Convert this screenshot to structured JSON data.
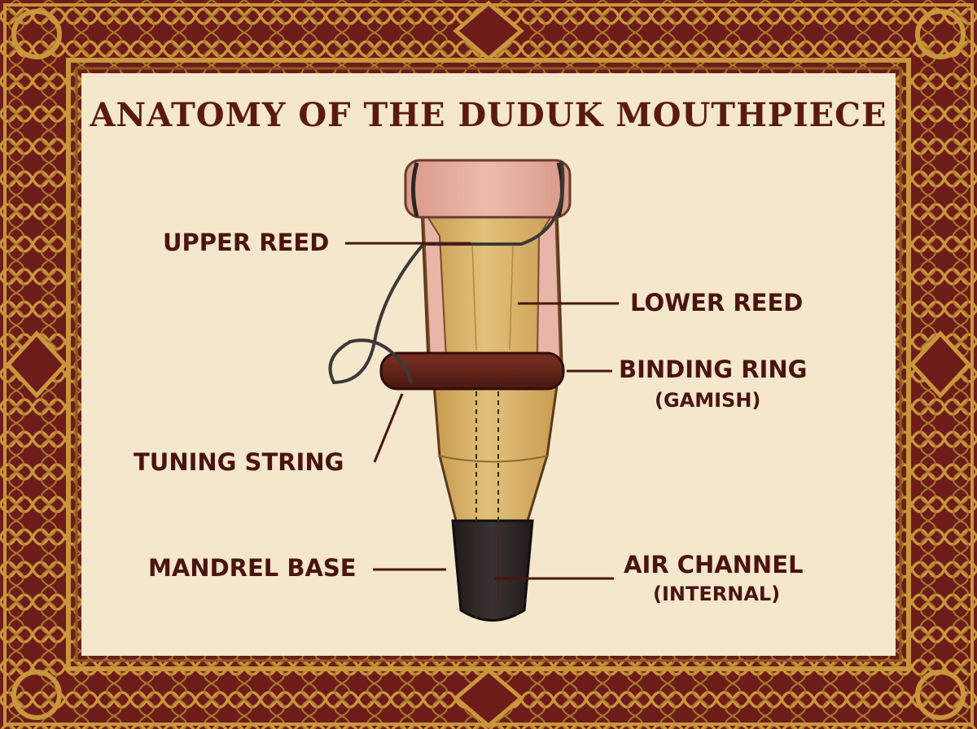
{
  "title": "ANATOMY OF THE DUDUK MOUTHPIECE",
  "labels": {
    "upper_reed": "UPPER REED",
    "lower_reed": "LOWER REED",
    "binding_ring": "BINDING RING",
    "binding_ring_alt": "(GAMISH)",
    "tuning_string": "TUNING STRING",
    "mandrel_base": "MANDREL BASE",
    "air_channel": "AIR CHANNEL",
    "air_channel_note": "(INTERNAL)"
  },
  "colors": {
    "border_red": "#6e1c1a",
    "border_gold": "#c9963c",
    "parchment": "#f4e7cc",
    "text": "#4a1410",
    "reed_cane": "#d8b266",
    "reed_pink": "#e3aea2",
    "binding": "#5a1f16",
    "mandrel": "#2b2523"
  }
}
